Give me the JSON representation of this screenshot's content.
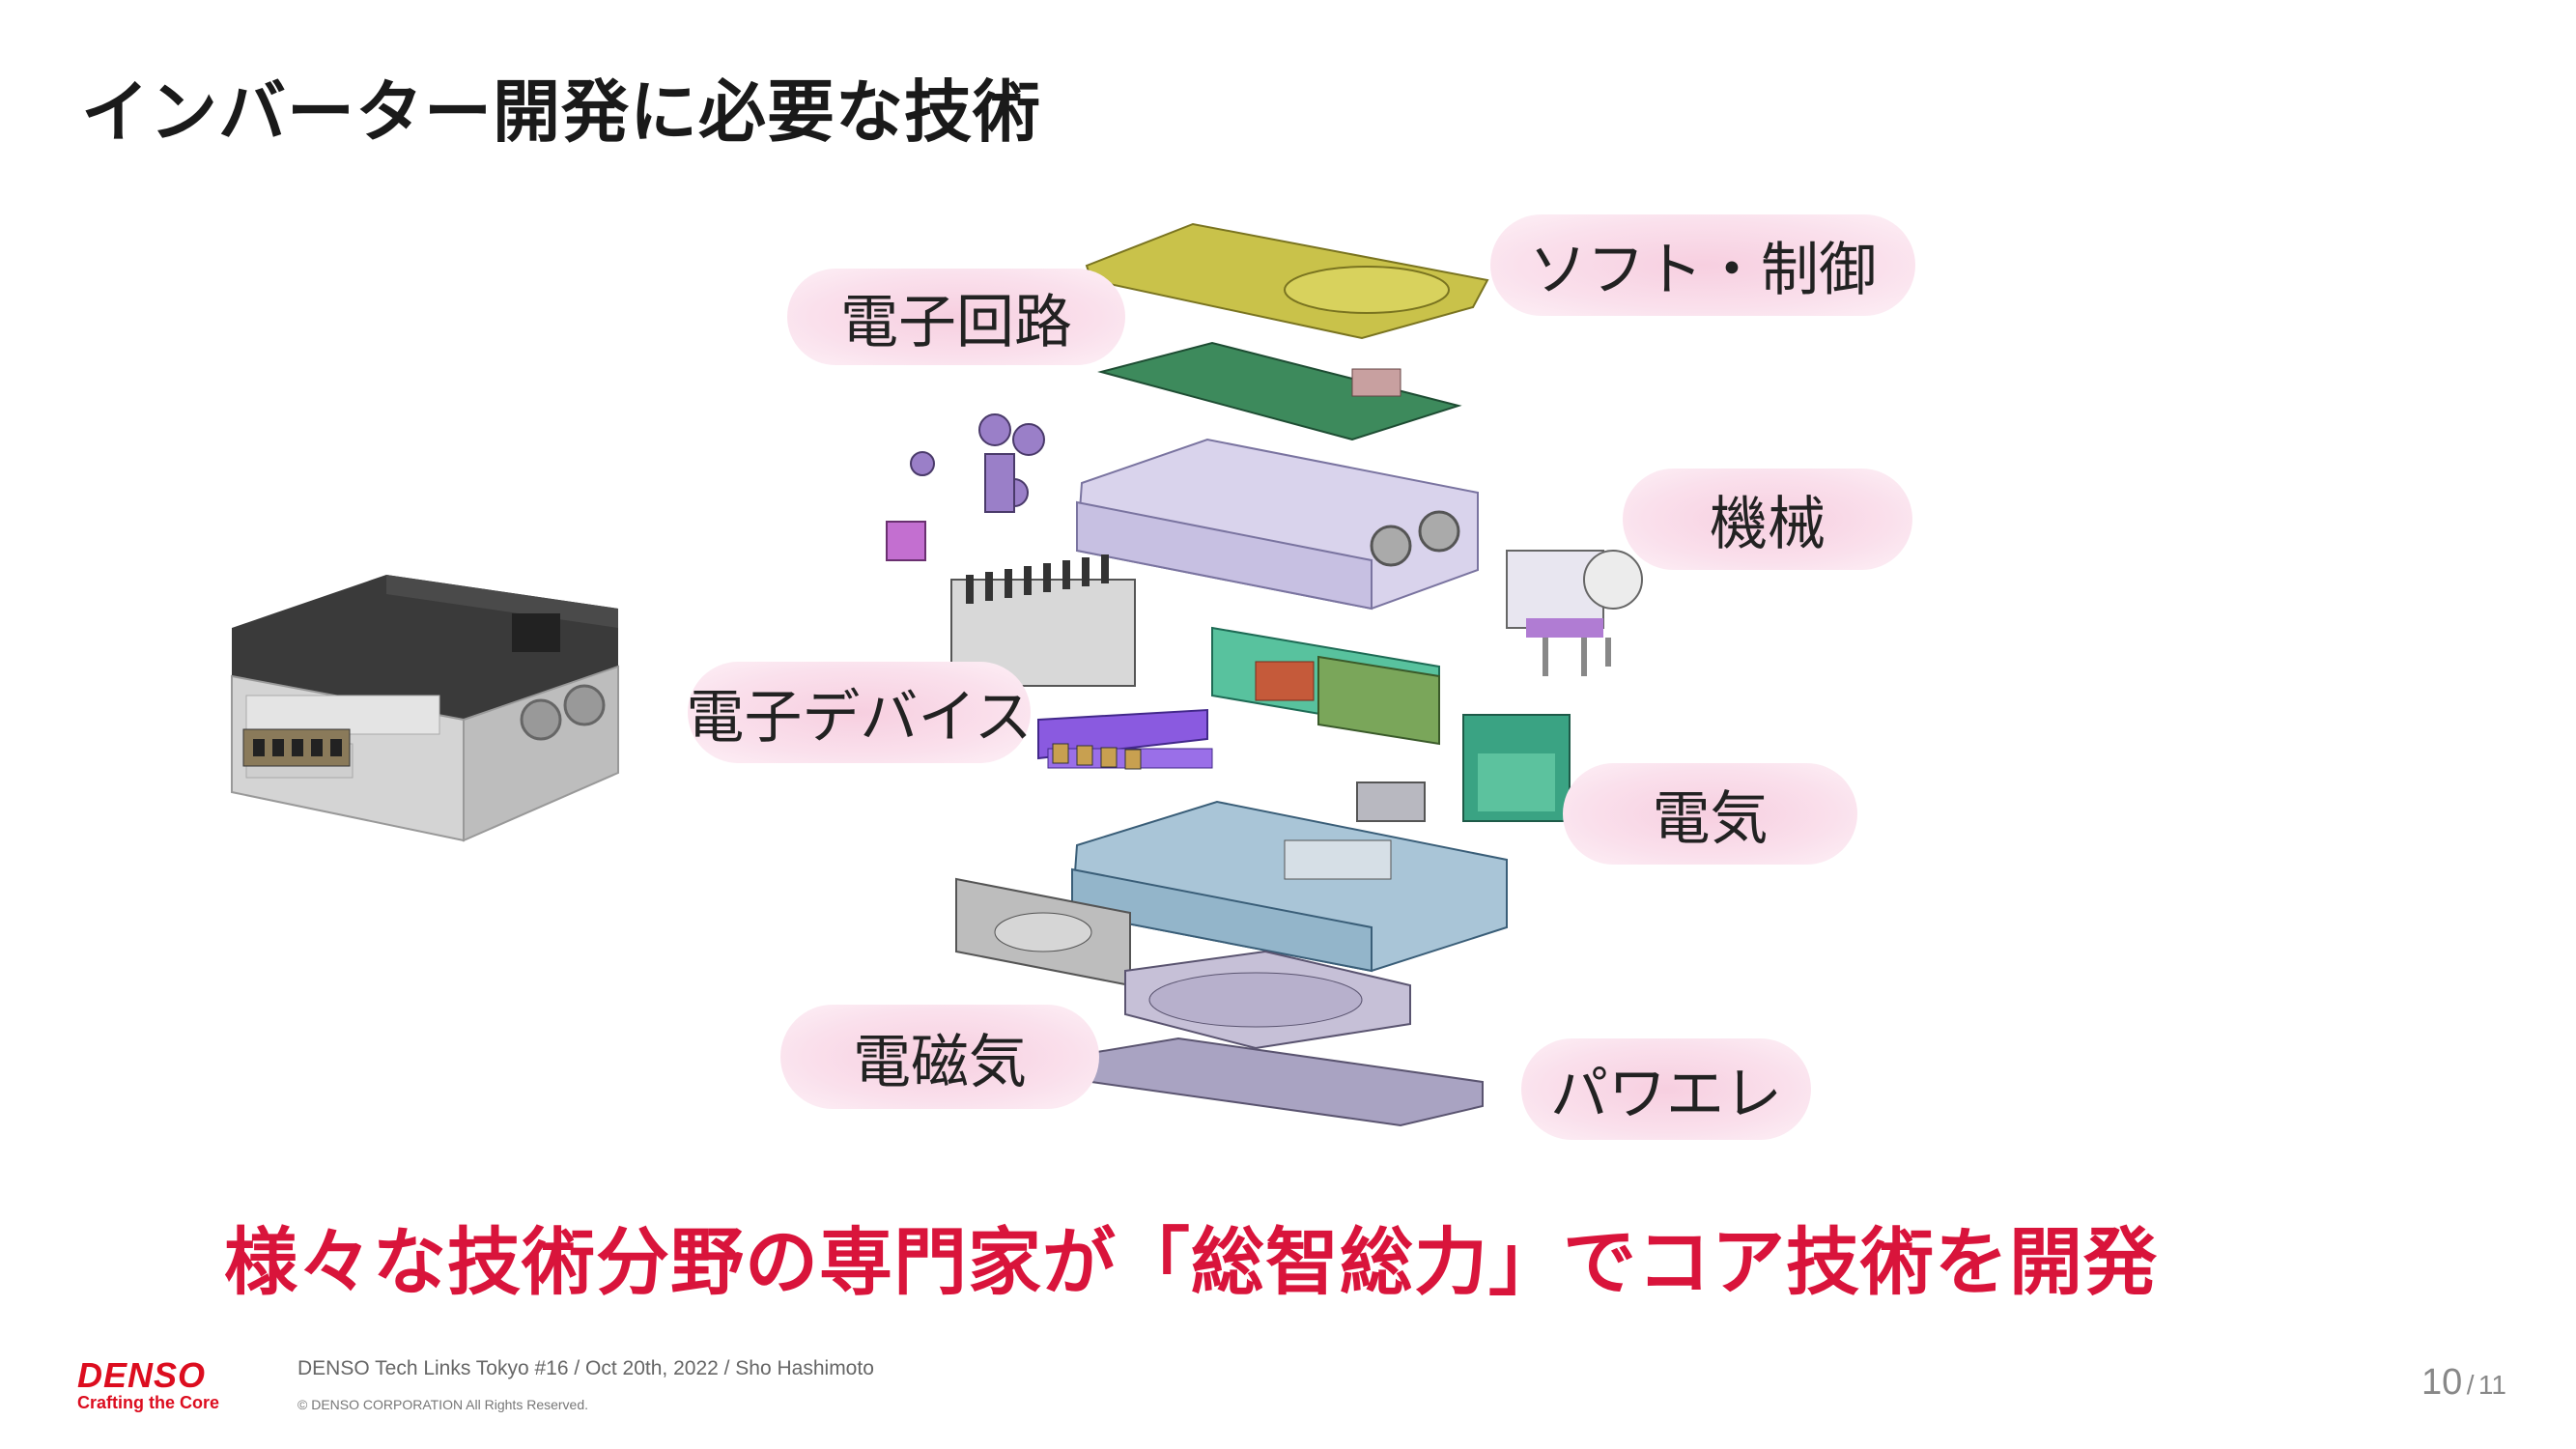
{
  "slide": {
    "title": "インバーター開発に必要な技術",
    "tagline": "様々な技術分野の専門家が「総智総力」でコア技術を開発"
  },
  "labels": {
    "electronic_circuit": "電子回路",
    "software_control": "ソフト・制御",
    "mechanical": "機械",
    "electronic_device": "電子デバイス",
    "electrical": "電気",
    "electromagnetic": "電磁気",
    "power_electronics": "パワエレ"
  },
  "footer": {
    "brand": "DENSO",
    "brand_tagline": "Crafting the Core",
    "event": "DENSO Tech Links Tokyo #16 / Oct 20th, 2022 / Sho Hashimoto",
    "copyright": "© DENSO CORPORATION All Rights Reserved.",
    "page_current": "10",
    "page_separator": "/",
    "page_total": "11"
  },
  "colors": {
    "title": "#1a1a1a",
    "tagline": "#d9143b",
    "brand": "#dc0d1f",
    "pill": "#f7cfe0"
  },
  "illustration": {
    "assembled_unit": "assembled inverter unit",
    "exploded_view": "exploded inverter assembly"
  }
}
